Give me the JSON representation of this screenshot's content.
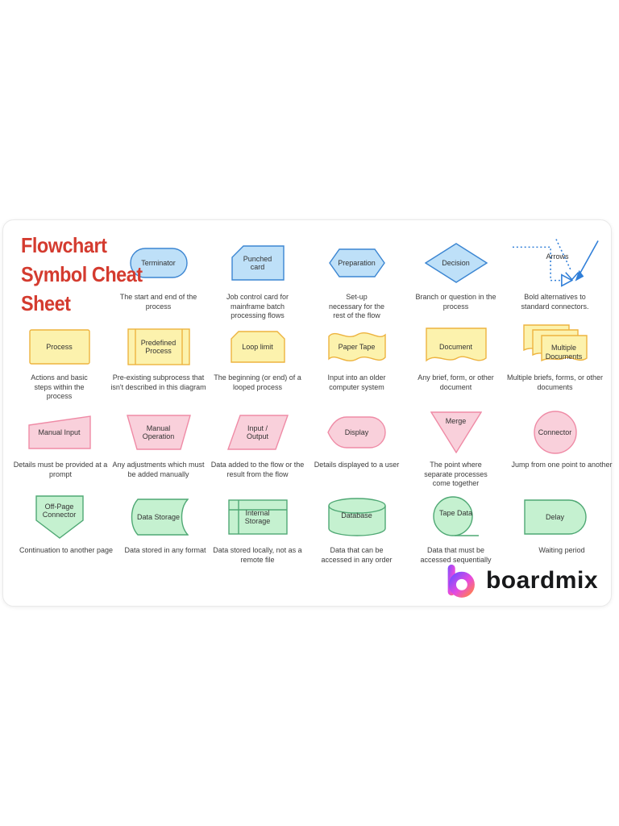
{
  "title": "Flowchart Symbol Cheat Sheet",
  "brand": {
    "logo_text": "boardmix"
  },
  "palette": {
    "blue_fill": "#BEE0F8",
    "blue_stroke": "#3C86D2",
    "yellow_fill": "#FCF2AD",
    "yellow_stroke": "#EDB33F",
    "pink_fill": "#F9D0DB",
    "pink_stroke": "#EF8BA6",
    "green_fill": "#C5F1D0",
    "green_stroke": "#4FA874",
    "arrow_blue": "#2F7ED8",
    "title_red": "#D43B2F",
    "text": "#3C3C3C",
    "logo_text_color": "#17181A",
    "logo_grad_start": "#7C4DFF",
    "logo_grad_mid": "#E64AE0",
    "logo_grad_end": "#FF7A59"
  },
  "symbols": [
    {
      "label": "Terminator",
      "caption": "The start and end of the process"
    },
    {
      "label": "Punched card",
      "caption": "Job control card for mainframe batch processing flows"
    },
    {
      "label": "Preparation",
      "caption": "Set-up necessary for the rest of the flow"
    },
    {
      "label": "Decision",
      "caption": "Branch or question in the process"
    },
    {
      "label": "Arrows",
      "caption": "Bold alternatives to standard connectors."
    },
    {
      "label": "Process",
      "caption": "Actions and basic steps within the process"
    },
    {
      "label": "Predefined Process",
      "caption": "Pre-existing subprocess that isn't described in this diagram"
    },
    {
      "label": "Loop limit",
      "caption": "The beginning (or end) of a looped process"
    },
    {
      "label": "Paper Tape",
      "caption": "Input into an older computer system"
    },
    {
      "label": "Document",
      "caption": "Any brief, form, or other document"
    },
    {
      "label": "Multiple Documents",
      "caption": "Multiple briefs, forms, or other documents"
    },
    {
      "label": "Manual Input",
      "caption": "Details must be provided at a prompt"
    },
    {
      "label": "Manual Operation",
      "caption": "Any adjustments which must be added manually"
    },
    {
      "label": "Input / Output",
      "caption": "Data added to the flow or the result from the flow"
    },
    {
      "label": "Display",
      "caption": "Details displayed to a user"
    },
    {
      "label": "Merge",
      "caption": "The point where separate processes come together"
    },
    {
      "label": "Connector",
      "caption": "Jump from one point to another"
    },
    {
      "label": "Off-Page Connector",
      "caption": "Continuation to another page"
    },
    {
      "label": "Data Storage",
      "caption": "Data stored in any format"
    },
    {
      "label": "Internal Storage",
      "caption": "Data stored locally, not as a remote file"
    },
    {
      "label": "Database",
      "caption": "Data that can be accessed in any order"
    },
    {
      "label": "Tape Data",
      "caption": "Data that must be accessed sequentially"
    },
    {
      "label": "Delay",
      "caption": "Waiting period"
    }
  ]
}
